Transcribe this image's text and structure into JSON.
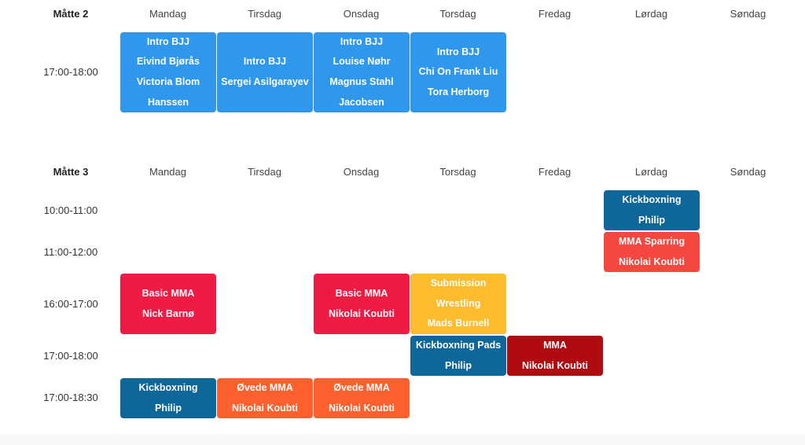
{
  "colors": {
    "blue": "#2f97ec",
    "darkblue": "#0f6699",
    "red": "#f01b45",
    "coral": "#f3473f",
    "orange": "#fd5f2d",
    "yellow": "#fdbc2d",
    "darkred": "#b00b11"
  },
  "days": [
    "Mandag",
    "Tirsdag",
    "Onsdag",
    "Torsdag",
    "Fredag",
    "Lørdag",
    "Søndag"
  ],
  "mat2": {
    "label": "Måtte 2",
    "times": [
      "17:00-18:00"
    ],
    "events": [
      {
        "day": "Mandag",
        "title": "Intro BJJ",
        "lines": [
          "Intro BJJ",
          "Eivind Bjørås",
          "Victoria Blom",
          "Hanssen"
        ],
        "color": "blue"
      },
      {
        "day": "Tirsdag",
        "title": "Intro BJJ",
        "lines": [
          "Intro BJJ",
          "Sergei Asilgarayev"
        ],
        "color": "blue"
      },
      {
        "day": "Onsdag",
        "title": "Intro BJJ",
        "lines": [
          "Intro BJJ",
          "Louise Nøhr",
          "Magnus Stahl",
          "Jacobsen"
        ],
        "color": "blue"
      },
      {
        "day": "Torsdag",
        "title": "Intro BJJ",
        "lines": [
          "Intro BJJ",
          "Chi On Frank Liu",
          "Tora Herborg"
        ],
        "color": "blue"
      }
    ]
  },
  "mat3": {
    "label": "Måtte 3",
    "times": [
      "10:00-11:00",
      "11:00-12:00",
      "16:00-17:00",
      "17:00-18:00",
      "17:00-18:30"
    ],
    "events": [
      {
        "day": "Lørdag",
        "lines": [
          "Kickboxning",
          "Philip"
        ],
        "color": "darkblue"
      },
      {
        "day": "Lørdag",
        "lines": [
          "MMA Sparring",
          "Nikolai Koubti"
        ],
        "color": "coral"
      },
      {
        "day": "Mandag",
        "lines": [
          "Basic MMA",
          "Nick Barnø"
        ],
        "color": "red"
      },
      {
        "day": "Onsdag",
        "lines": [
          "Basic MMA",
          "Nikolai Koubti"
        ],
        "color": "red"
      },
      {
        "day": "Torsdag",
        "lines": [
          "Submission",
          "Wrestling",
          "Mads Burnell"
        ],
        "color": "yellow"
      },
      {
        "day": "Torsdag",
        "lines": [
          "Kickboxning Pads",
          "Philip"
        ],
        "color": "darkblue"
      },
      {
        "day": "Fredag",
        "lines": [
          "MMA",
          "Nikolai Koubti"
        ],
        "color": "darkred"
      },
      {
        "day": "Mandag",
        "lines": [
          "Kickboxning",
          "Philip"
        ],
        "color": "darkblue"
      },
      {
        "day": "Tirsdag",
        "lines": [
          "Øvede MMA",
          "Nikolai Koubti"
        ],
        "color": "orange"
      },
      {
        "day": "Onsdag",
        "lines": [
          "Øvede MMA",
          "Nikolai Koubti"
        ],
        "color": "orange"
      }
    ]
  }
}
